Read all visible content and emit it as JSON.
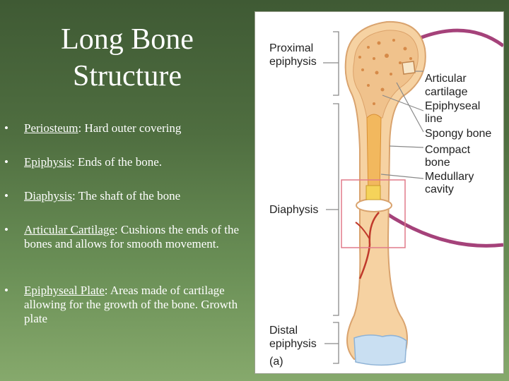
{
  "title_line1": "Long Bone",
  "title_line2": "Structure",
  "bullets": [
    {
      "marker": "•",
      "term": "Periosteum",
      "sep": ":",
      "text": "  Hard outer covering"
    },
    {
      "marker": "•",
      "term": "Epiphysis",
      "sep": ":",
      "text": "  Ends of the bone."
    },
    {
      "marker": "•",
      "term": "Diaphysis",
      "sep": ":",
      "text": "  The shaft of the bone"
    },
    {
      "marker": "•",
      "term": "Articular Cartilage",
      "sep": ":",
      "text": " Cushions the ends of the bones and allows for smooth movement."
    },
    {
      "marker": "•",
      "term": "Epiphyseal Plate",
      "sep": ":",
      "text": "  Areas made of cartilage allowing for the growth of the bone.  Growth plate"
    }
  ],
  "diagram": {
    "left_labels": {
      "proximal_1": "Proximal",
      "proximal_2": "epiphysis",
      "diaphysis": "Diaphysis",
      "distal_1": "Distal",
      "distal_2": "epiphysis",
      "panel": "(a)"
    },
    "right_labels": {
      "articular_1": "Articular",
      "articular_2": "cartilage",
      "epiphyseal_1": "Epiphyseal",
      "epiphyseal_2": "line",
      "spongy": "Spongy bone",
      "compact_1": "Compact",
      "compact_2": "bone",
      "medullary_1": "Medullary",
      "medullary_2": "cavity"
    },
    "colors": {
      "bone": "#f6d2a2",
      "bone_dark": "#e7b57f",
      "marrow": "#f2b85e",
      "cartilage": "#c9dff2",
      "vessel": "#c0392b",
      "highlight_box": "#e07a8a",
      "arc": "#a5427a"
    }
  }
}
